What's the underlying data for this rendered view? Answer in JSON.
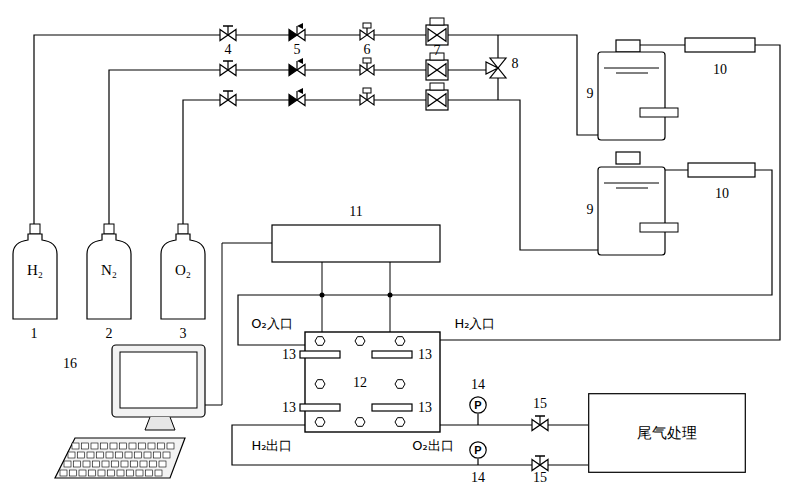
{
  "diagram": {
    "nodes": [
      {
        "text": [
          "H₂"
        ]
      },
      {
        "text": [
          "N₂"
        ]
      },
      {
        "text": [
          "O₂"
        ]
      },
      {
        "text": [
          "P"
        ]
      },
      {
        "text": [
          "尾气处理"
        ]
      },
      {
        "text": [
          "P"
        ]
      }
    ],
    "labels": [
      "4",
      "5",
      "6",
      "7",
      "8",
      "9",
      "10",
      "9",
      "10",
      "11",
      "O₂入口",
      "H₂入口",
      "1",
      "2",
      "3",
      "13",
      "13",
      "16",
      "12",
      "13",
      "13",
      "14",
      "15",
      "H₂出口",
      "O₂出口",
      "14",
      "15"
    ]
  }
}
